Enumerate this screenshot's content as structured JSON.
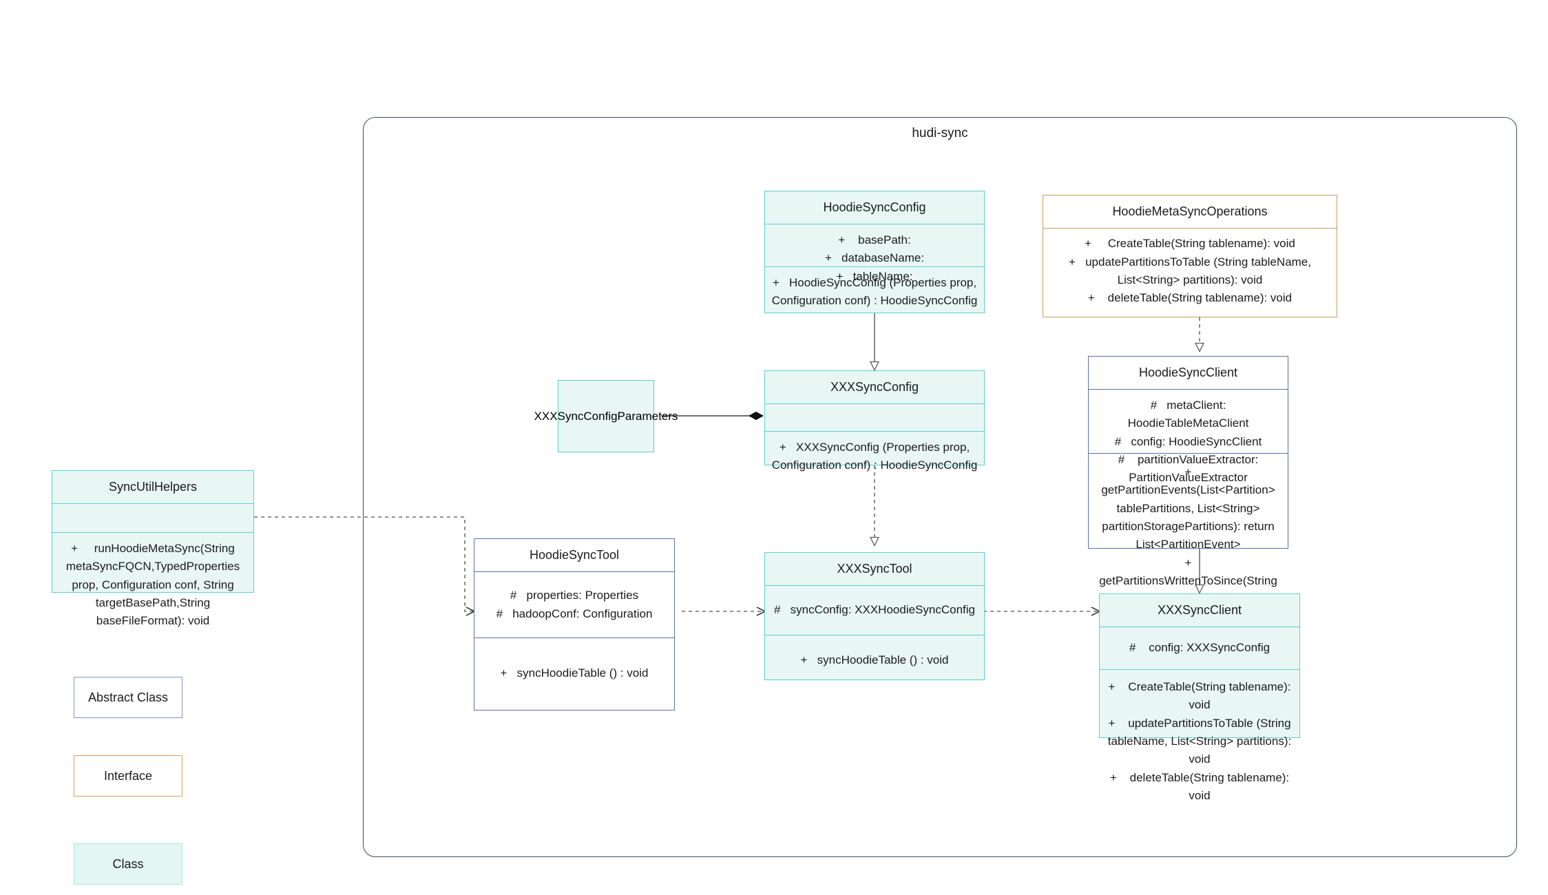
{
  "package": {
    "title": "hudi-sync"
  },
  "classes": {
    "hoodie_sync_config": {
      "name": "HoodieSyncConfig",
      "attributes": [
        "+    basePath:",
        "+   databaseName:",
        "+   tableName:"
      ],
      "methods": [
        "+   HoodieSyncConfig (Properties prop, Configuration conf) : HoodieSyncConfig"
      ]
    },
    "hoodie_meta_sync_operations": {
      "name": "HoodieMetaSyncOperations",
      "methods": [
        "+     CreateTable(String tablename): void",
        "+   updatePartitionsToTable (String tableName, List<String> partitions): void",
        "+    deleteTable(String tablename): void"
      ]
    },
    "hoodie_sync_client": {
      "name": "HoodieSyncClient",
      "attributes": [
        "#   metaClient: HoodieTableMetaClient",
        "#   config: HoodieSyncClient",
        "#    partitionValueExtractor: PartitionValueExtractor"
      ],
      "methods": [
        "+   getPartitionEvents(List<Partition> tablePartitions, List<String> partitionStoragePartitions): return List<PartitionEvent>",
        "+   getPartitionsWrittenToSince(String lastCommitTime) : List<String>"
      ]
    },
    "xxx_sync_config": {
      "name": "XXXSyncConfig",
      "attributes": [],
      "methods": [
        "+   XXXSyncConfig (Properties prop, Configuration conf) : HoodieSyncConfig"
      ]
    },
    "xxx_sync_config_parameters": {
      "name": "XXXSyncConfigParameters"
    },
    "sync_util_helpers": {
      "name": "SyncUtilHelpers",
      "attributes": [],
      "methods": [
        "+     runHoodieMetaSync(String metaSyncFQCN,TypedProperties prop, Configuration conf, String targetBasePath,String baseFileFormat): void"
      ]
    },
    "hoodie_sync_tool": {
      "name": "HoodieSyncTool",
      "attributes": [
        "#   properties: Properties",
        "#   hadoopConf: Configuration"
      ],
      "methods": [
        "+   syncHoodieTable () : void"
      ]
    },
    "xxx_sync_tool": {
      "name": "XXXSyncTool",
      "attributes": [
        "#   syncConfig: XXXHoodieSyncConfig"
      ],
      "methods": [
        "+   syncHoodieTable () : void"
      ]
    },
    "xxx_sync_client": {
      "name": "XXXSyncClient",
      "attributes": [
        "#    config: XXXSyncConfig"
      ],
      "methods": [
        "+    CreateTable(String tablename): void",
        "+    updatePartitionsToTable (String tableName, List<String> partitions): void",
        "+    deleteTable(String tablename): void"
      ]
    }
  },
  "legend": {
    "abstract": "Abstract Class",
    "interface": "Interface",
    "klass": "Class"
  },
  "colors": {
    "class_border": "#5ecfc9",
    "class_fill": "#e8f7f4",
    "abstract_border": "#5a6fa8",
    "interface_border": "#c89a54",
    "package_border": "#3b4a66",
    "connector": "#6e6e6e"
  }
}
